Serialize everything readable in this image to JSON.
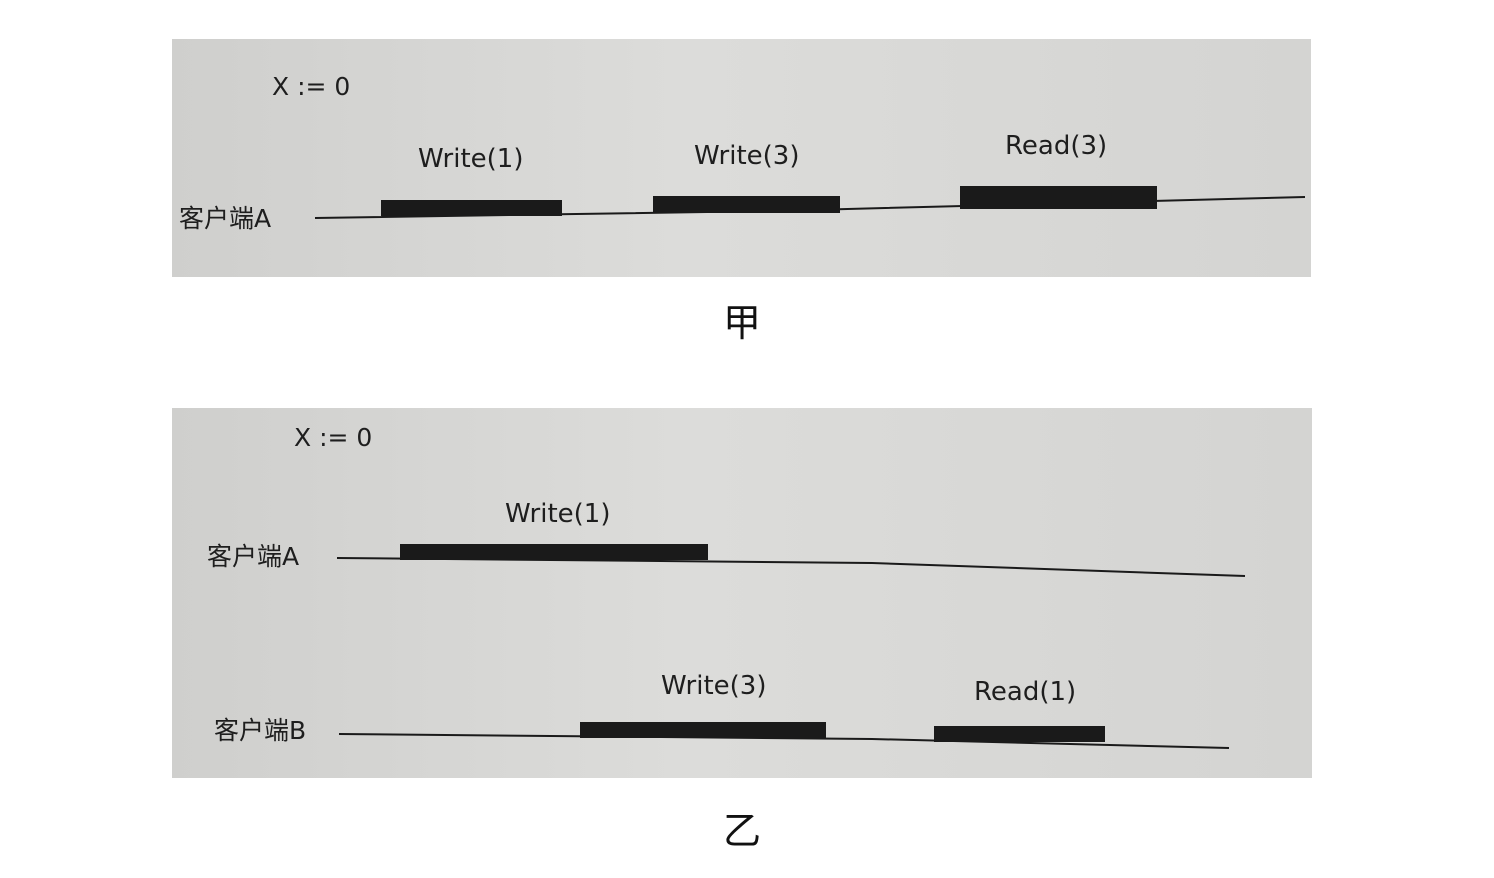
{
  "figure_a": {
    "init": "X := 0",
    "client_label": "客户端A",
    "ops": [
      "Write(1)",
      "Write(3)",
      "Read(3)"
    ],
    "caption": "甲"
  },
  "figure_b": {
    "init": "X := 0",
    "client_a_label": "客户端A",
    "client_a_ops": [
      "Write(1)"
    ],
    "client_b_label": "客户端B",
    "client_b_ops": [
      "Write(3)",
      "Read(1)"
    ],
    "caption": "乙"
  },
  "colors": {
    "panel_background": "#d6d6d4",
    "bar": "#1a1a1a",
    "text": "#1e1e1e"
  }
}
